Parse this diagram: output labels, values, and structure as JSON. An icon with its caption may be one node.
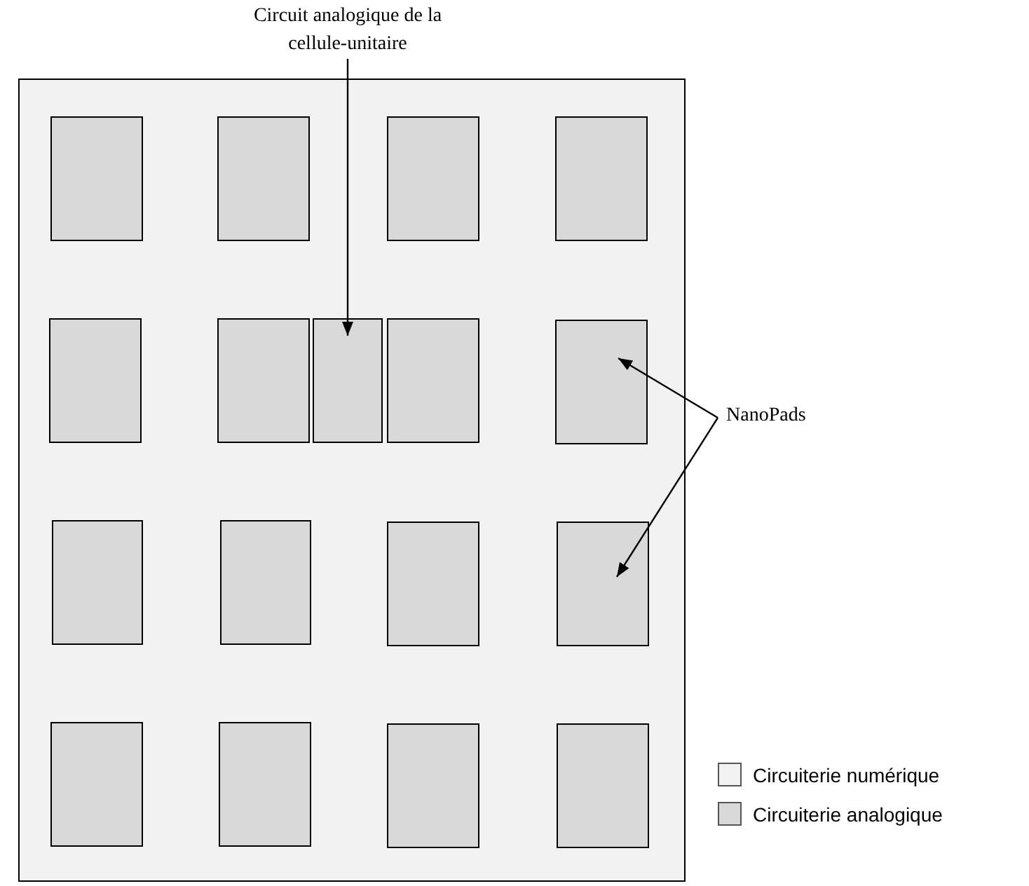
{
  "diagram": {
    "nodes": [
      {
        "text": [],
        "shape": "box"
      },
      {
        "text": [],
        "shape": "box",
        "in": 0
      },
      {
        "text": [],
        "shape": "box",
        "in": 0
      },
      {
        "text": [],
        "shape": "box",
        "in": 0
      },
      {
        "text": [],
        "shape": "box",
        "in": 0
      },
      {
        "text": [],
        "shape": "box",
        "in": 0
      },
      {
        "text": [],
        "shape": "box",
        "in": 0
      },
      {
        "text": [],
        "shape": "box",
        "in": 0
      },
      {
        "text": [],
        "shape": "box",
        "in": 0
      },
      {
        "text": [],
        "shape": "box",
        "in": 0
      },
      {
        "text": [],
        "shape": "box",
        "in": 0
      },
      {
        "text": [],
        "shape": "box",
        "in": 0
      },
      {
        "text": [],
        "shape": "box",
        "in": 0
      },
      {
        "text": [],
        "shape": "box",
        "in": 0
      },
      {
        "text": [],
        "shape": "box",
        "in": 0
      },
      {
        "text": [],
        "shape": "box",
        "in": 0
      },
      {
        "text": [],
        "shape": "box",
        "in": 0
      },
      {
        "text": [],
        "shape": "box",
        "in": 0
      },
      {
        "text": [
          "Circuit analogique de la cellule-unitaire"
        ]
      },
      {
        "text": [
          "NanoPads"
        ]
      }
    ],
    "edges": [
      {
        "from": 18,
        "to": 7,
        "arrow": "to"
      },
      {
        "from": 19,
        "to": 9,
        "arrow": "to"
      },
      {
        "from": 19,
        "to": 13,
        "arrow": "to"
      }
    ],
    "legend": [
      {
        "text": "Circuiterie numérique",
        "color": "#f2f2f2"
      },
      {
        "text": "Circuiterie analogique",
        "color": "#d9d9d9"
      }
    ]
  }
}
